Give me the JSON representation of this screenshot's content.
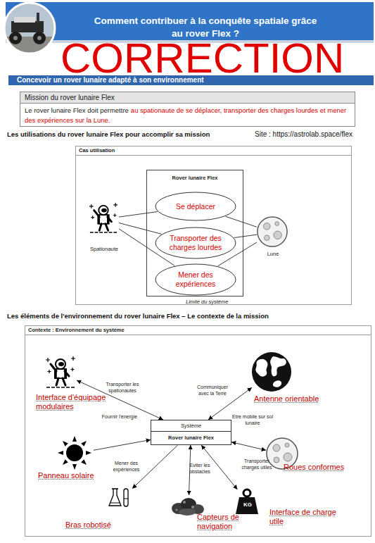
{
  "diagram": {
    "title": "Comment contribuer à la conquête spatiale grâce au rover Flex ?",
    "nodes": [
      {
        "text": [
          "Concevoir un rover lunaire adapté à son environnement"
        ]
      },
      {
        "text": [
          "Mission du rover lunaire Flex",
          "Le rover lunaire Flex doit permettre",
          "au spationaute de se déplacer, transporter des charges lourdes et mener des expériences sur la Lune."
        ]
      },
      {
        "text": [
          "Cas utilisation"
        ]
      },
      {
        "text": [
          "Rover lunaire Flex",
          "Limite du système"
        ],
        "in": 2
      },
      {
        "text": [
          "Se déplacer"
        ],
        "in": 3
      },
      {
        "text": [
          "Transporter des charges lourdes"
        ],
        "in": 3
      },
      {
        "text": [
          "Mener des expériences"
        ],
        "in": 3
      },
      {
        "text": [
          "Spationaute"
        ],
        "in": 2
      },
      {
        "text": [
          "Lune"
        ],
        "in": 2
      },
      {
        "text": [
          "Contexte : Environnement du système"
        ]
      },
      {
        "text": [
          "Système",
          "Rover lunaire Flex"
        ],
        "in": 9
      },
      {
        "text": [
          "Interface d'équipage modulaires"
        ],
        "in": 9
      },
      {
        "text": [
          "Antenne orientable"
        ],
        "in": 9
      },
      {
        "text": [
          "Panneau solaire"
        ],
        "in": 9
      },
      {
        "text": [
          "Roues conformes"
        ],
        "in": 9
      },
      {
        "text": [
          "Bras robotisé"
        ],
        "in": 9
      },
      {
        "text": [
          "Capteurs de navigation"
        ],
        "in": 9
      },
      {
        "text": [
          "KG",
          "Interface de charge utile"
        ],
        "in": 9
      }
    ],
    "edges": [
      {
        "from": 7,
        "to": 4,
        "arrow": "none"
      },
      {
        "from": 7,
        "to": 5,
        "arrow": "none"
      },
      {
        "from": 7,
        "to": 6,
        "arrow": "none"
      },
      {
        "from": 4,
        "to": 8,
        "arrow": "none"
      },
      {
        "from": 5,
        "to": 8,
        "arrow": "none"
      },
      {
        "from": 6,
        "to": 8,
        "arrow": "none"
      },
      {
        "from": 11,
        "to": 10,
        "label": "Transporter les spationautes",
        "arrow": "both"
      },
      {
        "from": 10,
        "to": 12,
        "label": "Communiquer avec la Terre",
        "arrow": "both"
      },
      {
        "from": 13,
        "to": 10,
        "label": "Fournir l'énergie",
        "arrow": "to"
      },
      {
        "from": 10,
        "to": 14,
        "label": "Etre mobile sur sol lunaire",
        "arrow": "both"
      },
      {
        "from": 10,
        "to": 15,
        "label": "Mener des expériences",
        "arrow": "to"
      },
      {
        "from": 10,
        "to": 16,
        "label": "Eviter les obstacles",
        "arrow": "both"
      },
      {
        "from": 10,
        "to": 17,
        "label": "Transporter charges utiles",
        "arrow": "both"
      }
    ],
    "labels": [
      "CORRECTION",
      "Les utilisations du rover lunaire Flex pour accomplir sa mission",
      "Site : https://astrolab.space/flex",
      "Les éléments de l'environnement du rover lunaire Flex – Le contexte de la mission"
    ]
  }
}
